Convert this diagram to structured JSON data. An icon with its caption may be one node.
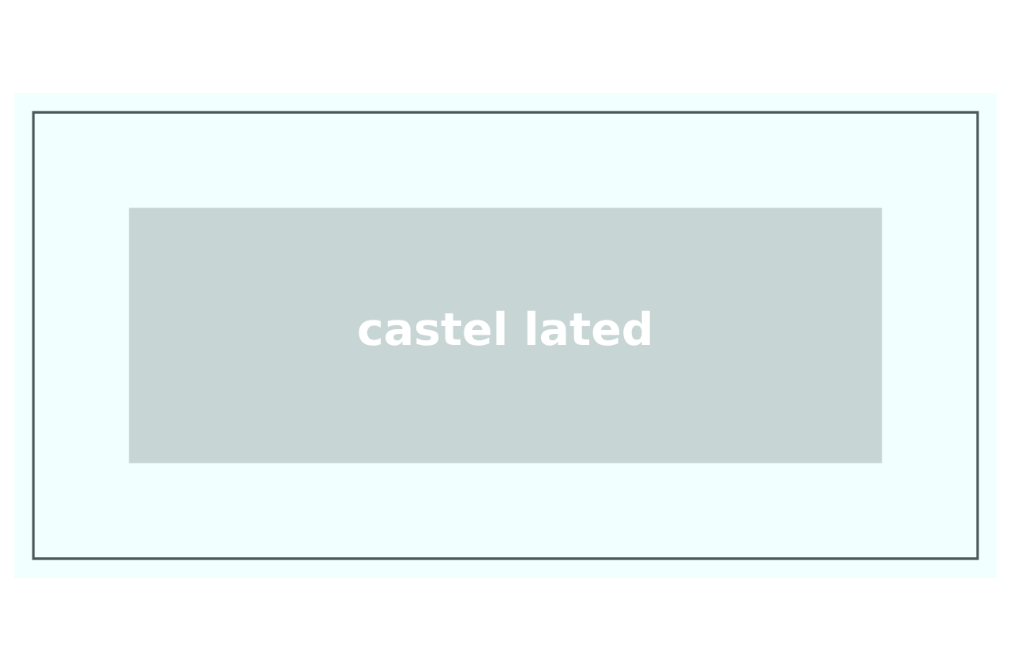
{
  "diagram": {
    "nodes": [
      {
        "text": [],
        "shape": "box"
      },
      {
        "text": [
          "castel lated"
        ],
        "in": 0
      }
    ]
  }
}
